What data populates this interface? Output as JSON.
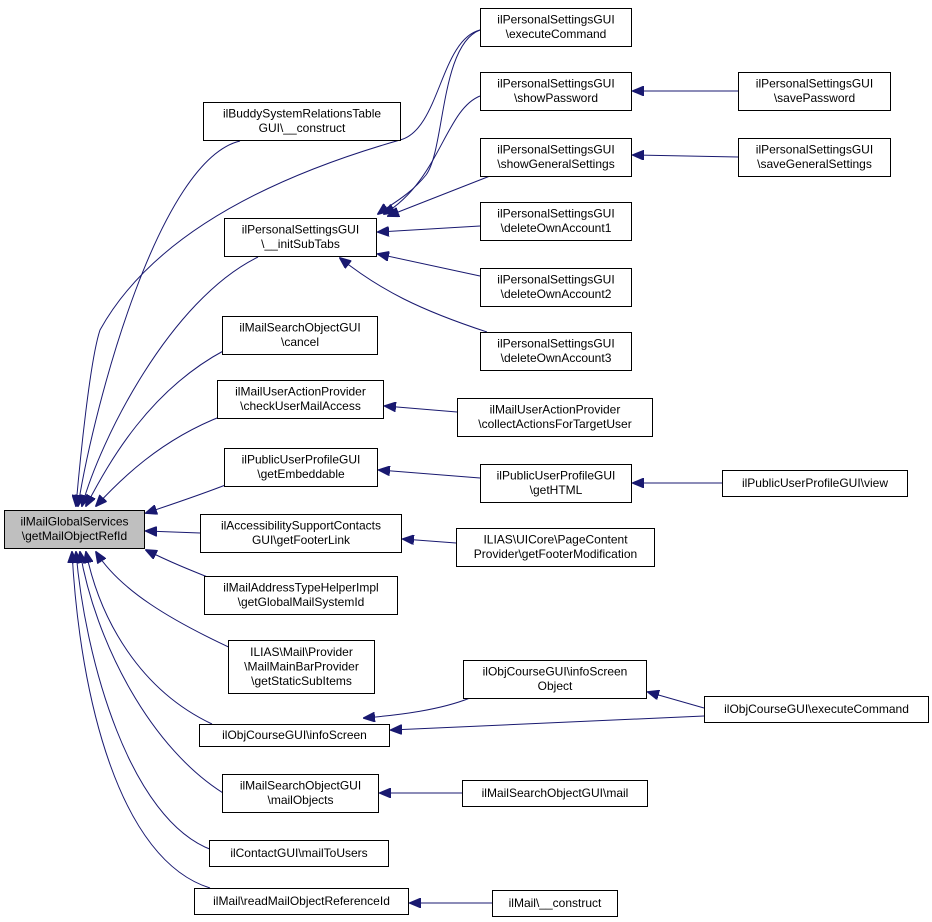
{
  "colors": {
    "edge": "#191970",
    "root_fill": "#bfbfbf",
    "node_fill": "#ffffff",
    "border": "#000000"
  },
  "nodes": [
    {
      "id": "root",
      "root": true,
      "lines": [
        "ilMailGlobalServices",
        "\\getMailObjectRefId"
      ]
    },
    {
      "id": "buddy",
      "lines": [
        "ilBuddySystemRelationsTable",
        "GUI\\__construct"
      ]
    },
    {
      "id": "initsubtabs",
      "lines": [
        "ilPersonalSettingsGUI",
        "\\__initSubTabs"
      ]
    },
    {
      "id": "searchcancel",
      "lines": [
        "ilMailSearchObjectGUI",
        "\\cancel"
      ]
    },
    {
      "id": "checkaccess",
      "lines": [
        "ilMailUserActionProvider",
        "\\checkUserMailAccess"
      ]
    },
    {
      "id": "embeddable",
      "lines": [
        "ilPublicUserProfileGUI",
        "\\getEmbeddable"
      ]
    },
    {
      "id": "footerlink",
      "lines": [
        "ilAccessibilitySupportContacts",
        "GUI\\getFooterLink"
      ]
    },
    {
      "id": "addrtype",
      "lines": [
        "ilMailAddressTypeHelperImpl",
        "\\getGlobalMailSystemId"
      ]
    },
    {
      "id": "mainbar",
      "lines": [
        "ILIAS\\Mail\\Provider",
        "\\MailMainBarProvider",
        "\\getStaticSubItems"
      ]
    },
    {
      "id": "infoscreen",
      "lines": [
        "ilObjCourseGUI\\infoScreen"
      ]
    },
    {
      "id": "mailobjects",
      "lines": [
        "ilMailSearchObjectGUI",
        "\\mailObjects"
      ]
    },
    {
      "id": "mailtousers",
      "lines": [
        "ilContactGUI\\mailToUsers"
      ]
    },
    {
      "id": "readref",
      "lines": [
        "ilMail\\readMailObjectReferenceId"
      ]
    },
    {
      "id": "execcmd",
      "lines": [
        "ilPersonalSettingsGUI",
        "\\executeCommand"
      ]
    },
    {
      "id": "showpw",
      "lines": [
        "ilPersonalSettingsGUI",
        "\\showPassword"
      ]
    },
    {
      "id": "showgen",
      "lines": [
        "ilPersonalSettingsGUI",
        "\\showGeneralSettings"
      ]
    },
    {
      "id": "del1",
      "lines": [
        "ilPersonalSettingsGUI",
        "\\deleteOwnAccount1"
      ]
    },
    {
      "id": "del2",
      "lines": [
        "ilPersonalSettingsGUI",
        "\\deleteOwnAccount2"
      ]
    },
    {
      "id": "del3",
      "lines": [
        "ilPersonalSettingsGUI",
        "\\deleteOwnAccount3"
      ]
    },
    {
      "id": "collect",
      "lines": [
        "ilMailUserActionProvider",
        "\\collectActionsForTargetUser"
      ]
    },
    {
      "id": "gethtml",
      "lines": [
        "ilPublicUserProfileGUI",
        "\\getHTML"
      ]
    },
    {
      "id": "footermod",
      "lines": [
        "ILIAS\\UICore\\PageContent",
        "Provider\\getFooterModification"
      ]
    },
    {
      "id": "infoscreenobj",
      "lines": [
        "ilObjCourseGUI\\infoScreen",
        "Object"
      ]
    },
    {
      "id": "searchmail",
      "lines": [
        "ilMailSearchObjectGUI\\mail"
      ]
    },
    {
      "id": "mailconstruct",
      "lines": [
        "ilMail\\__construct"
      ]
    },
    {
      "id": "savepw",
      "lines": [
        "ilPersonalSettingsGUI",
        "\\savePassword"
      ]
    },
    {
      "id": "savegen",
      "lines": [
        "ilPersonalSettingsGUI",
        "\\saveGeneralSettings"
      ]
    },
    {
      "id": "profileview",
      "lines": [
        "ilPublicUserProfileGUI\\view"
      ]
    },
    {
      "id": "courseexec",
      "lines": [
        "ilObjCourseGUI\\executeCommand"
      ]
    }
  ],
  "edges": [
    {
      "from": "buddy",
      "to": "root"
    },
    {
      "from": "initsubtabs",
      "to": "root"
    },
    {
      "from": "execcmd",
      "to": "root"
    },
    {
      "from": "searchcancel",
      "to": "root"
    },
    {
      "from": "checkaccess",
      "to": "root"
    },
    {
      "from": "embeddable",
      "to": "root"
    },
    {
      "from": "footerlink",
      "to": "root"
    },
    {
      "from": "addrtype",
      "to": "root"
    },
    {
      "from": "mainbar",
      "to": "root"
    },
    {
      "from": "infoscreen",
      "to": "root"
    },
    {
      "from": "mailobjects",
      "to": "root"
    },
    {
      "from": "mailtousers",
      "to": "root"
    },
    {
      "from": "readref",
      "to": "root"
    },
    {
      "from": "execcmd",
      "to": "initsubtabs"
    },
    {
      "from": "showpw",
      "to": "initsubtabs"
    },
    {
      "from": "showgen",
      "to": "initsubtabs"
    },
    {
      "from": "del1",
      "to": "initsubtabs"
    },
    {
      "from": "del2",
      "to": "initsubtabs"
    },
    {
      "from": "del3",
      "to": "initsubtabs"
    },
    {
      "from": "savepw",
      "to": "showpw"
    },
    {
      "from": "savegen",
      "to": "showgen"
    },
    {
      "from": "collect",
      "to": "checkaccess"
    },
    {
      "from": "gethtml",
      "to": "embeddable"
    },
    {
      "from": "profileview",
      "to": "gethtml"
    },
    {
      "from": "footermod",
      "to": "footerlink"
    },
    {
      "from": "infoscreenobj",
      "to": "infoscreen"
    },
    {
      "from": "courseexec",
      "to": "infoscreen"
    },
    {
      "from": "courseexec",
      "to": "infoscreenobj"
    },
    {
      "from": "searchmail",
      "to": "mailobjects"
    },
    {
      "from": "mailconstruct",
      "to": "readref"
    }
  ]
}
